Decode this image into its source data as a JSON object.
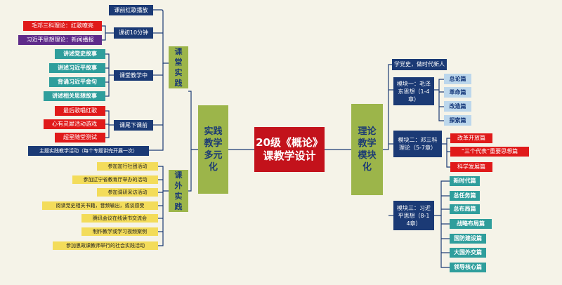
{
  "center": "20级《概论》课教学设计",
  "left_main": "实践教学多元化",
  "right_main": "理论教学模块化",
  "classroom": {
    "label": "课堂实践",
    "pre_class": "课前红歌播放",
    "intro": "课初10分钟",
    "intro_items": [
      "毛邓三科理论：红歌嘹亮",
      "习近平思想理论：新闻播报"
    ],
    "middle": "课堂教学中",
    "middle_items": [
      "讲述党史故事",
      "讲述习近平故事",
      "背诵习近平金句",
      "讲述相关思想故事"
    ],
    "end": "课尾下课前",
    "end_items": [
      "最后歌唱红歌",
      "心有灵犀活动游戏",
      "超星随堂测试"
    ],
    "theme": "主题实践教学活动（每个专题讲完开展一次）"
  },
  "extra": {
    "label": "课外实践",
    "items": [
      "参加加行社团活动",
      "参加辽宁省教育厅举办的活动",
      "参加调研采访活动",
      "阅读党史相关书籍，音频输出，或谈感受",
      "腾讯会议在线读书交流会",
      "制作教学或学习视频案例",
      "参加思政课教师举行的社会实践活动"
    ]
  },
  "theory": {
    "top": "学党史，做时代新人",
    "module1": "模块一：毛泽东思想（1-4章）",
    "module1_items": [
      "总论篇",
      "革命篇",
      "改造篇",
      "探索篇"
    ],
    "module2": "模块二：邓三科理论（5-7章）",
    "module2_items": [
      "改革开放篇",
      "“三个代表”重要思想篇",
      "科学发展篇"
    ],
    "module3": "模块三：习近平思想（8-14章）",
    "module3_items": [
      "新时代篇",
      "总任务篇",
      "总布局篇",
      "战略布局篇",
      "国防建设篇",
      "大国外交篇",
      "领导核心篇"
    ]
  },
  "colors": {
    "background": "#f5f3e8",
    "center": "#c3121b",
    "olive": "#9cb54a",
    "navy": "#1b3a75",
    "teal": "#2f9e9c",
    "red": "#e01a1a",
    "purple": "#5e2b8a",
    "yellow": "#f3dc5a",
    "light_blue": "#bcd7ec"
  }
}
